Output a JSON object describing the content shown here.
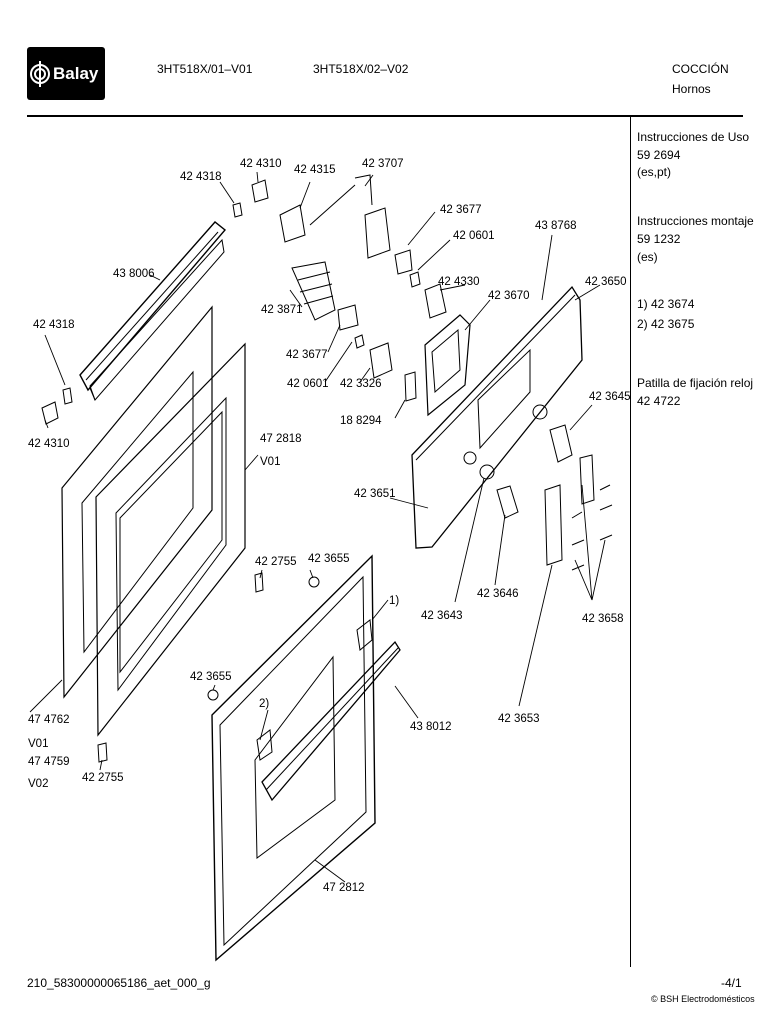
{
  "header": {
    "brand": "Balay",
    "model_1": "3HT518X/01–V01",
    "model_2": "3HT518X/02–V02",
    "category": "COCCIÓN",
    "subcategory": "Hornos"
  },
  "sidebar": {
    "manual_use_title": "Instrucciones de Uso",
    "manual_use_number": "59 2694",
    "manual_use_lang": "(es,pt)",
    "manual_install_title": "Instrucciones montaje",
    "manual_install_number": "59 1232",
    "manual_install_lang": "(es)",
    "note_1": "1)  42 3674",
    "note_2": "2)  42 3675",
    "clip_title": "Patilla de fijación reloj",
    "clip_number": "42 4722"
  },
  "parts": {
    "p_424318_top": "42 4318",
    "p_424310_top": "42 4310",
    "p_424315": "42 4315",
    "p_423707": "42 3707",
    "p_423677_top": "42 3677",
    "p_420601_top": "42 0601",
    "p_438768": "43 8768",
    "p_438006": "43 8006",
    "p_424330": "42 4330",
    "p_423650": "42 3650",
    "p_423871": "42 3871",
    "p_423670": "42 3670",
    "p_424318_left": "42 4318",
    "p_423677_mid": "42 3677",
    "p_420601_mid": "42 0601",
    "p_423326": "42 3326",
    "p_188294": "18 8294",
    "p_423645": "42 3645",
    "p_424310_left": "42 4310",
    "p_472818": "47 2818",
    "p_v01_a": "V01",
    "p_423651": "42 3651",
    "p_422755_mid": "42 2755",
    "p_423655_mid": "42 3655",
    "p_note1_mark": "1)",
    "p_423643": "42 3643",
    "p_423646": "42 3646",
    "p_423658": "42 3658",
    "p_423655_low": "42 3655",
    "p_note2_mark": "2)",
    "p_474762": "47 4762",
    "p_v01_b": "V01",
    "p_474759": "47 4759",
    "p_v02": "V02",
    "p_422755_low": "42 2755",
    "p_438012": "43 8012",
    "p_423653": "42 3653",
    "p_472812": "47 2812"
  },
  "footer": {
    "doc_code": "210_58300000065186_aet_000_g",
    "page": "-4/1",
    "copyright": "© BSH Electrodomésticos"
  }
}
